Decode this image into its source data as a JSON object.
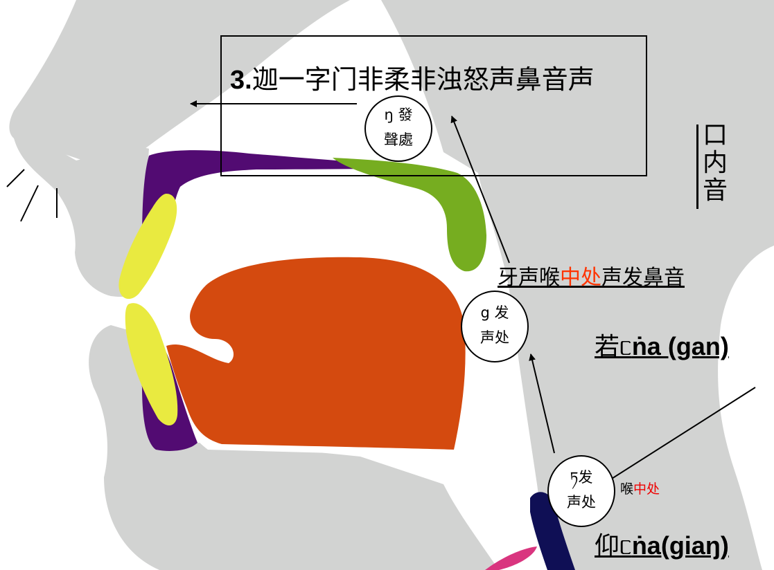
{
  "title": {
    "number": "3.",
    "text": "迦一字门非柔非浊怒声鼻音声"
  },
  "side_label": [
    "口",
    "内",
    "音"
  ],
  "circles": {
    "velar_nasal": {
      "line1": "ŋ 發",
      "line2": "聲處"
    },
    "g_point": {
      "line1": "g 发",
      "line2": "声处"
    },
    "tibetan_point": {
      "line1": "ཏ发",
      "line2": "声处"
    }
  },
  "caption": {
    "part1": "牙声喉",
    "highlight": "中处",
    "part2": "声发鼻音"
  },
  "label_gan": {
    "cjk": "若",
    "glyph": "ᥴ",
    "latin": "ṅa (gan)"
  },
  "label_giang": {
    "cjk": "仰",
    "glyph": "ᥴ",
    "latin": "ṅa(giaŋ)"
  },
  "throat_label": {
    "part1": "喉",
    "highlight": "中处"
  },
  "colors": {
    "tissue": "#d2d3d2",
    "palate": "#520b72",
    "velum": "#76ad20",
    "tongue": "#d44a0f",
    "lips": "#e9ea40",
    "epiglottis": "#0f0f55",
    "cord": "#d9357f",
    "highlight": "#ff3300"
  }
}
